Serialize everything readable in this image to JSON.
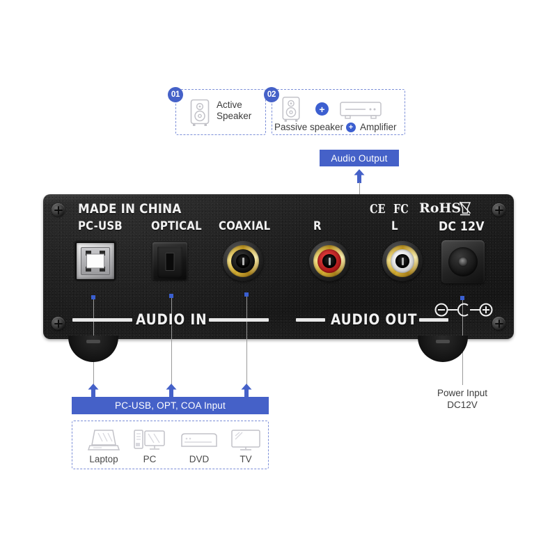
{
  "options": {
    "box1": {
      "number": "01",
      "icon": "speaker-icon",
      "label": "Active\nSpeaker"
    },
    "box2": {
      "number": "02",
      "icon_speaker": "speaker-icon",
      "icon_amp": "amplifier-icon",
      "plus_symbol": "+",
      "label_speaker": "Passive speaker",
      "label_amp": "Amplifier"
    }
  },
  "callouts": {
    "audio_output": "Audio Output",
    "input_sources": "PC-USB, OPT, COA Input"
  },
  "device": {
    "made_in": "MADE IN CHINA",
    "ports": {
      "usb": "PC-USB",
      "optical": "OPTICAL",
      "coaxial": "COAXIAL",
      "right": "R",
      "left": "L",
      "dc": "DC 12V"
    },
    "certifications": {
      "ce": "CE",
      "fcc": "FC",
      "rohs": "RoHS",
      "weee": "weee-bin-icon"
    },
    "section_labels": {
      "audio_in": "AUDIO IN",
      "audio_out": "AUDIO OUT"
    },
    "polarity": {
      "negative": "⊖",
      "center": "C",
      "positive": "⊕"
    }
  },
  "power": {
    "label": "Power Input\nDC12V"
  },
  "sources": [
    {
      "icon": "laptop-icon",
      "label": "Laptop"
    },
    {
      "icon": "desktop-pc-icon",
      "label": "PC"
    },
    {
      "icon": "dvd-player-icon",
      "label": "DVD"
    },
    {
      "icon": "tv-icon",
      "label": "TV"
    }
  ],
  "colors": {
    "accent_blue": "#4561c8",
    "dashed_border": "#7b8ed8",
    "chassis": "#1a1a1a",
    "rca_right": "#cc2020",
    "rca_left": "#f2f2f2",
    "gold": "#d4af37"
  }
}
